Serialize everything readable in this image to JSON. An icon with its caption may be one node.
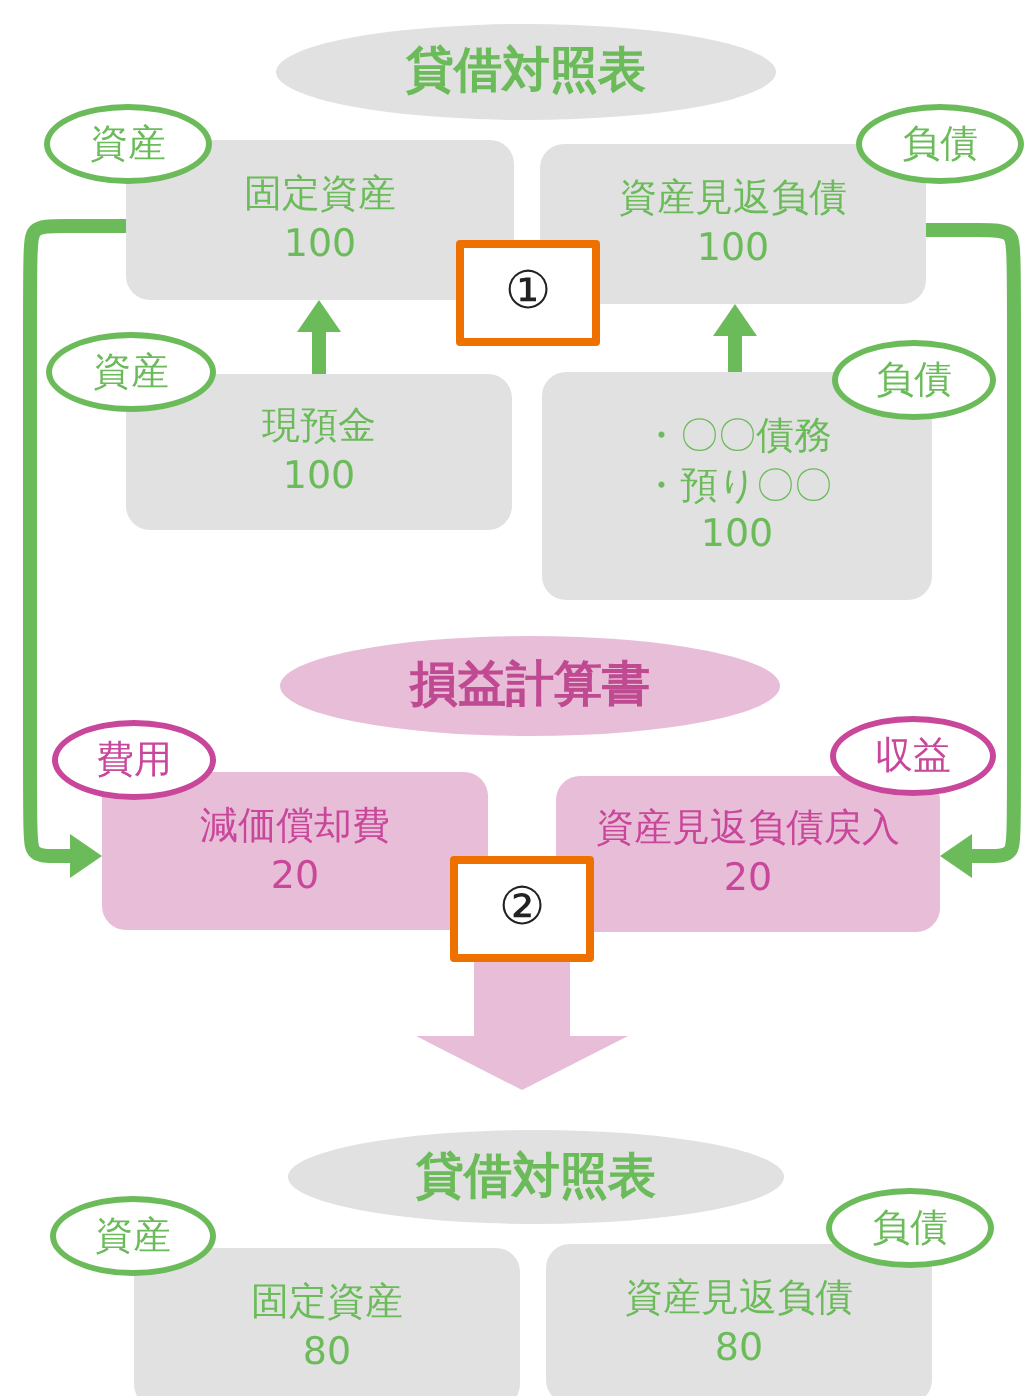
{
  "diagram": {
    "nodes": [
      {
        "text": [
          "貸借対照表"
        ]
      },
      {
        "text": [
          "資産"
        ]
      },
      {
        "text": [
          "固定資産",
          "100"
        ]
      },
      {
        "text": [
          "負債"
        ]
      },
      {
        "text": [
          "資産見返負債",
          "100"
        ]
      },
      {
        "text": [
          "①"
        ]
      },
      {
        "text": [
          "資産"
        ]
      },
      {
        "text": [
          "現預金",
          "100"
        ]
      },
      {
        "text": [
          "負債"
        ]
      },
      {
        "text": [
          "・〇〇債務",
          "・預り〇〇",
          "100"
        ]
      },
      {
        "text": [
          "損益計算書"
        ]
      },
      {
        "text": [
          "費用"
        ]
      },
      {
        "text": [
          "減価償却費",
          "20"
        ]
      },
      {
        "text": [
          "収益"
        ]
      },
      {
        "text": [
          "資産見返負債戻入",
          "20"
        ]
      },
      {
        "text": [
          "②"
        ]
      },
      {
        "text": [
          "貸借対照表"
        ]
      },
      {
        "text": [
          "資産"
        ]
      },
      {
        "text": [
          "固定資産",
          "80"
        ]
      },
      {
        "text": [
          "負債"
        ]
      },
      {
        "text": [
          "資産見返負債",
          "80"
        ]
      }
    ],
    "edges": [
      {
        "from": 7,
        "to": 2,
        "arrow": "to"
      },
      {
        "from": 9,
        "to": 4,
        "arrow": "to"
      },
      {
        "from": 2,
        "to": 12,
        "arrow": "to"
      },
      {
        "from": 4,
        "to": 14,
        "arrow": "to"
      },
      {
        "from": 15,
        "to": 16,
        "arrow": "to",
        "style": "thick",
        "color": "#e8bdd8"
      }
    ]
  }
}
